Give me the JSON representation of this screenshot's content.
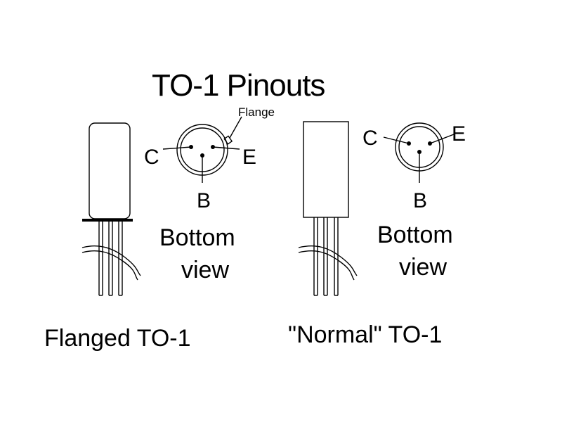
{
  "title": "TO-1 Pinouts",
  "flanged": {
    "flange_label": "Flange",
    "pins": {
      "c": "C",
      "e": "E",
      "b": "B"
    },
    "view_line1": "Bottom",
    "view_line2": "view",
    "caption": "Flanged TO-1"
  },
  "normal": {
    "pins": {
      "c": "C",
      "e": "E",
      "b": "B"
    },
    "view_line1": "Bottom",
    "view_line2": "view",
    "caption": "\"Normal\" TO-1"
  }
}
